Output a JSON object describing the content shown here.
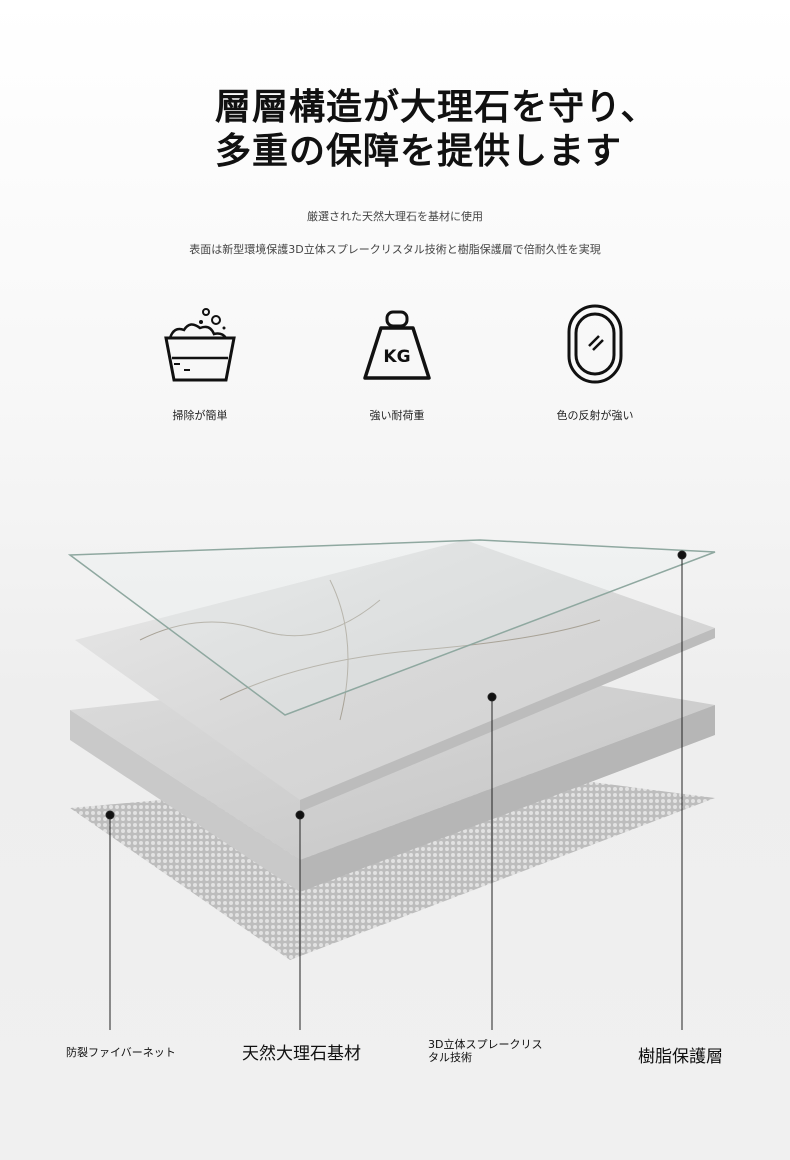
{
  "header": {
    "title_line1": "層層構造が大理石を守り、",
    "title_line2": "多重の保障を提供します"
  },
  "subtitle1": "厳選された天然大理石を基材に使用",
  "subtitle2": "表面は新型環境保護3D立体スプレークリスタル技術と樹脂保護層で倍耐久性を実現",
  "features": [
    {
      "icon": "washing-basin-icon",
      "label": "掃除が簡単"
    },
    {
      "icon": "weight-kg-icon",
      "label": "強い耐荷重",
      "icon_text": "KG"
    },
    {
      "icon": "mirror-icon",
      "label": "色の反射が強い"
    }
  ],
  "callouts": [
    {
      "label": "防裂ファイバーネット"
    },
    {
      "label": "天然大理石基材"
    },
    {
      "label_line1": "3D立体スプレークリス",
      "label_line2": "タル技術"
    },
    {
      "label": "樹脂保護層"
    }
  ]
}
